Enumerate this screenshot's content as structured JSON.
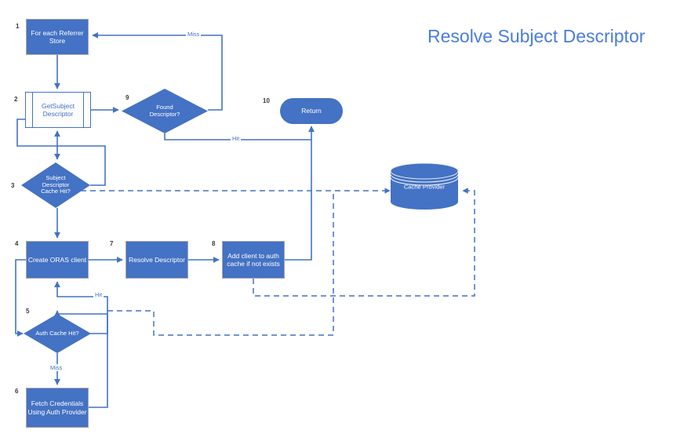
{
  "title": "Resolve Subject Descriptor",
  "colors": {
    "node_fill": "#4472c4",
    "node_border": "#a6a6a6",
    "predef_fill": "#fdfdfe",
    "predef_border": "#4472c4",
    "connector": "#4472c4",
    "dashed_connector": "#4472c4",
    "title": "#4a7ddb",
    "number": "#3b3838",
    "label_text": "#4472c4",
    "node_text": "#ffffff"
  },
  "nodes": [
    {
      "id": "1",
      "number": "1",
      "label": "For each Referrer Store",
      "shape": "process"
    },
    {
      "id": "2",
      "number": "2",
      "label": "GetSubject Descriptor",
      "shape": "predefined-process"
    },
    {
      "id": "3",
      "number": "3",
      "label": "Subject Descriptor Cache Hit?",
      "shape": "decision"
    },
    {
      "id": "4",
      "number": "4",
      "label": "Create ORAS client",
      "shape": "process"
    },
    {
      "id": "5",
      "number": "5",
      "label": "Auth Cache Hit?",
      "shape": "decision"
    },
    {
      "id": "6",
      "number": "6",
      "label": "Fetch Credentials Using Auth Provider",
      "shape": "process"
    },
    {
      "id": "7",
      "number": "7",
      "label": "Resolve Descriptor",
      "shape": "process"
    },
    {
      "id": "8",
      "number": "8",
      "label": "Add client to auth cache if not exists",
      "shape": "process"
    },
    {
      "id": "9",
      "number": "9",
      "label": "Found Descriptor?",
      "shape": "decision"
    },
    {
      "id": "10",
      "number": "10",
      "label": "Return",
      "shape": "terminator"
    },
    {
      "id": "cache",
      "number": "",
      "label": "Cache Provider",
      "shape": "database"
    }
  ],
  "node_labels": {
    "n1_line1": "For each Referrer",
    "n1_line2": "Store",
    "n2_line1": "GetSubject",
    "n2_line2": "Descriptor",
    "n3_line1": "Subject",
    "n3_line2": "Descriptor",
    "n3_line3": "Cache Hit?",
    "n4": "Create ORAS client",
    "n5": "Auth Cache Hit?",
    "n6_line1": "Fetch Credentials",
    "n6_line2": "Using Auth Provider",
    "n7": "Resolve Descriptor",
    "n8_line1": "Add client to auth",
    "n8_line2": "cache if not exists",
    "n9_line1": "Found",
    "n9_line2": "Descriptor?",
    "n10": "Return",
    "cache": "Cache Provider"
  },
  "numbers": {
    "n1": "1",
    "n2": "2",
    "n3": "3",
    "n4": "4",
    "n5": "5",
    "n6": "6",
    "n7": "7",
    "n8": "8",
    "n9": "9",
    "n10": "10"
  },
  "edge_labels": {
    "miss_top": "Miss",
    "hit_return": "Hit",
    "hit_auth": "Hit",
    "miss_auth": "Miss"
  }
}
